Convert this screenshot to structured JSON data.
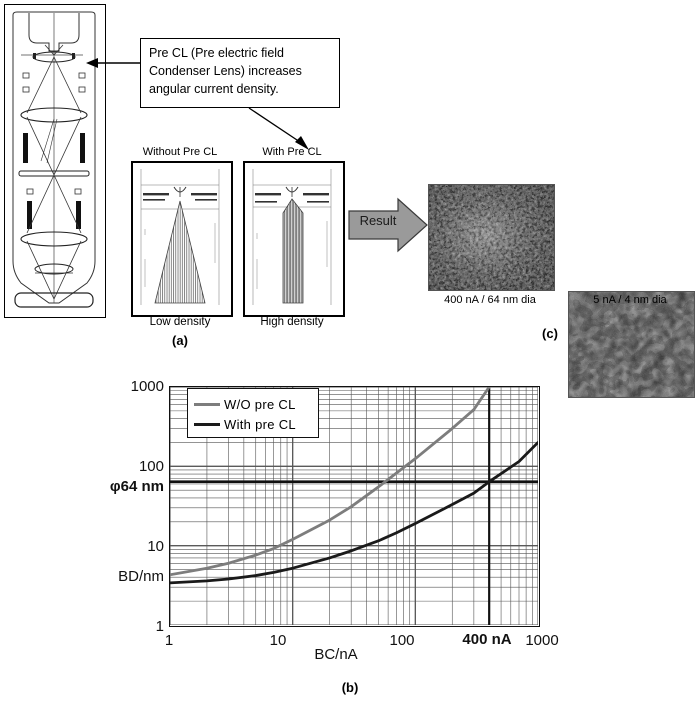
{
  "figure": {
    "panel_a_letter": "(a)",
    "panel_b_letter": "(b)",
    "panel_c_letter": "(c)"
  },
  "callout": {
    "text": "Pre CL (Pre electric field Condenser Lens) increases angular current density."
  },
  "simulation": {
    "left": {
      "title": "Without Pre CL",
      "caption": "Low density"
    },
    "right": {
      "title": "With Pre CL",
      "caption": "High density"
    }
  },
  "result": {
    "arrow_label": "Result"
  },
  "micrographs": [
    {
      "caption": "400 nA / 64 nm dia"
    },
    {
      "caption": "5 nA / 4 nm dia"
    }
  ],
  "colors": {
    "series_without": "#7d7d7d",
    "series_with": "#1a1a1a",
    "grid": "#555555",
    "frame": "#111111",
    "arrow_fill": "#9a9a9a"
  },
  "chart_data": {
    "type": "line",
    "title": "",
    "xlabel": "BC/nA",
    "ylabel": "BD/nm",
    "xscale": "log",
    "yscale": "log",
    "xlim": [
      1,
      1000
    ],
    "ylim": [
      1,
      1000
    ],
    "xticks": [
      1,
      10,
      100,
      1000
    ],
    "xticklabels": [
      "1",
      "10",
      "100",
      "1000"
    ],
    "yticks": [
      1,
      10,
      100,
      1000
    ],
    "yticklabels": [
      "1",
      "10",
      "100",
      "1000"
    ],
    "grid": true,
    "legend_position": "top-left",
    "annotations": [
      {
        "text": "φ64 nm",
        "axis": "y",
        "value": 64
      },
      {
        "text": "400 nA",
        "axis": "x",
        "value": 400
      }
    ],
    "reference_lines": [
      {
        "orientation": "horizontal",
        "value": 64,
        "label": "φ64 nm"
      },
      {
        "orientation": "vertical",
        "value": 400,
        "label": "400 nA"
      }
    ],
    "series": [
      {
        "name": "W/O pre CL",
        "color": "#7d7d7d",
        "x": [
          1,
          2,
          3,
          5,
          7,
          10,
          20,
          30,
          50,
          70,
          100,
          200,
          300,
          400
        ],
        "y": [
          4.3,
          5.2,
          6.0,
          7.6,
          9.2,
          12.0,
          21.0,
          31.0,
          55.0,
          82.0,
          125.0,
          300.0,
          520.0,
          1000.0
        ]
      },
      {
        "name": "With pre CL",
        "color": "#1a1a1a",
        "x": [
          1,
          2,
          3,
          5,
          7,
          10,
          20,
          30,
          50,
          70,
          100,
          200,
          300,
          400,
          700,
          1000
        ],
        "y": [
          3.4,
          3.6,
          3.8,
          4.2,
          4.6,
          5.2,
          7.0,
          8.6,
          11.5,
          14.5,
          19.0,
          33.0,
          46.0,
          64.0,
          115.0,
          200.0
        ]
      }
    ]
  }
}
